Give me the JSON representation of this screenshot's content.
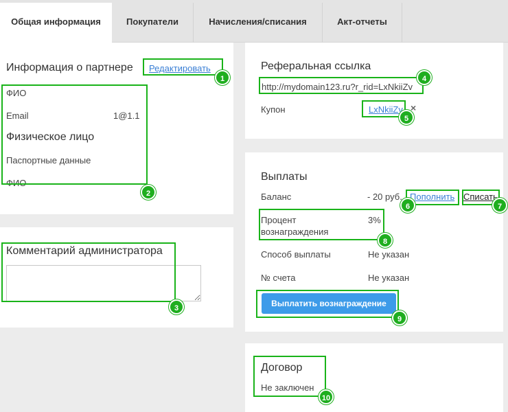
{
  "tabs": [
    {
      "label": "Общая информация",
      "active": true
    },
    {
      "label": "Покупатели",
      "active": false
    },
    {
      "label": "Начисления/списания",
      "active": false
    },
    {
      "label": "Акт-отчеты",
      "active": false
    }
  ],
  "partner_info": {
    "title": "Информация о партнере",
    "edit_link": "Редактировать",
    "fio_label": "ФИО",
    "email_label": "Email",
    "email_value": "1@1.1",
    "person_type": "Физическое лицо",
    "passport_label": "Паспортные данные",
    "fio_label_2": "ФИО"
  },
  "comment": {
    "title": "Комментарий администратора",
    "value": ""
  },
  "referral": {
    "title": "Реферальная ссылка",
    "link": "http://mydomain123.ru?r_rid=LxNkiiZv",
    "coupon_label": "Купон",
    "coupon_value": "LxNkiiZv",
    "remove_icon": "×"
  },
  "payouts": {
    "title": "Выплаты",
    "balance_label": "Баланс",
    "balance_value": "- 20 руб.",
    "topup_link": "Пополнить",
    "writeoff_link": "Списать",
    "percent_label_1": "Процент",
    "percent_label_2": "вознаграждения",
    "percent_value": "3%",
    "method_label": "Способ выплаты",
    "method_value": "Не указан",
    "account_label": "№ счета",
    "account_value": "Не указан",
    "pay_button": "Выплатить вознаграждение"
  },
  "contract": {
    "title": "Договор",
    "status": "Не заключен"
  },
  "badges": [
    "1",
    "2",
    "3",
    "4",
    "5",
    "6",
    "7",
    "8",
    "9",
    "10"
  ],
  "colors": {
    "highlight": "#19b319",
    "link": "#3a7fd5",
    "button": "#3d9be9"
  }
}
